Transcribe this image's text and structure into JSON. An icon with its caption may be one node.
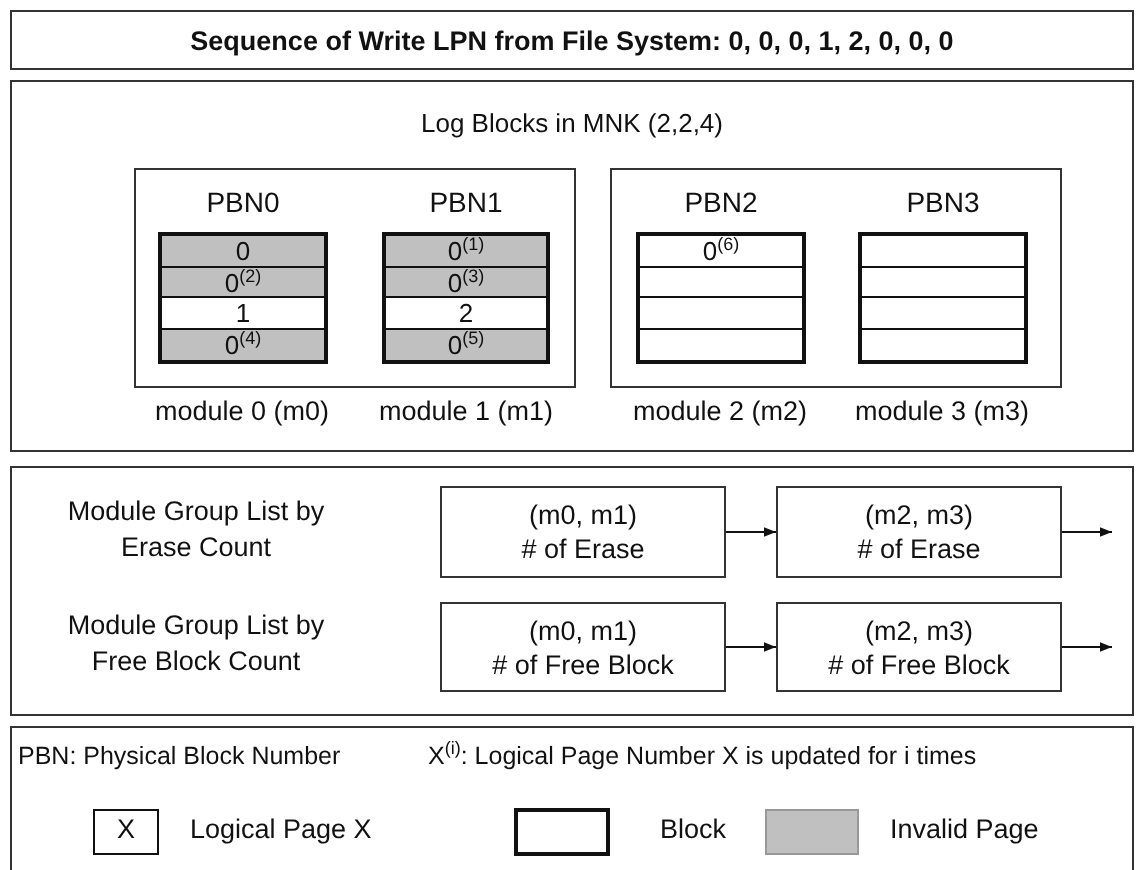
{
  "diagram": {
    "title": "Sequence of Write LPN from File System: 0, 0, 0, 1, 2, 0, 0, 0",
    "nodes": [
      {
        "text": [
          "Log Blocks in MNK (2,2,4)"
        ]
      },
      {
        "text": [],
        "shape": "box",
        "in": 0
      },
      {
        "text": [
          "PBN0"
        ],
        "in": 1
      },
      {
        "text": [
          "0"
        ],
        "in": 2
      },
      {
        "text": [
          "0$^{(2)}$"
        ],
        "in": 2
      },
      {
        "text": [
          "1"
        ],
        "in": 2
      },
      {
        "text": [
          "0$^{(4)}$"
        ],
        "in": 2
      },
      {
        "text": [
          "PBN1"
        ],
        "in": 1
      },
      {
        "text": [
          "0$^{(1)}$"
        ],
        "in": 7
      },
      {
        "text": [
          "0$^{(3)}$"
        ],
        "in": 7
      },
      {
        "text": [
          "2"
        ],
        "in": 7
      },
      {
        "text": [
          "0$^{(5)}$"
        ],
        "in": 7
      },
      {
        "text": [],
        "shape": "box",
        "in": 0
      },
      {
        "text": [
          "PBN2"
        ],
        "in": 12
      },
      {
        "text": [
          "0$^{(6)}$"
        ],
        "in": 13
      },
      {
        "text": [],
        "shape": "box",
        "in": 13
      },
      {
        "text": [],
        "shape": "box",
        "in": 13
      },
      {
        "text": [],
        "shape": "box",
        "in": 13
      },
      {
        "text": [
          "PBN3"
        ],
        "in": 12
      },
      {
        "text": [],
        "shape": "box",
        "in": 18
      },
      {
        "text": [],
        "shape": "box",
        "in": 18
      },
      {
        "text": [],
        "shape": "box",
        "in": 18
      },
      {
        "text": [],
        "shape": "box",
        "in": 18
      },
      {
        "text": [],
        "shape": "box"
      },
      {
        "text": [
          "(m0, m1)",
          "# of Erase"
        ],
        "in": 23
      },
      {
        "text": [
          "(m2, m3)",
          "# of Erase"
        ],
        "in": 23
      },
      {
        "text": [
          "(m0, m1)",
          "# of Free Block"
        ],
        "in": 23
      },
      {
        "text": [
          "(m2, m3)",
          "# of Free Block"
        ],
        "in": 23
      }
    ],
    "edges": [
      {
        "from": 24,
        "to": 25,
        "arrow": "to"
      },
      {
        "from": 25,
        "to": null,
        "arrow": "to"
      },
      {
        "from": 26,
        "to": 27,
        "arrow": "to"
      },
      {
        "from": 27,
        "to": null,
        "arrow": "to"
      }
    ],
    "labels": [
      "module 0 (m0)",
      "module 1 (m1)",
      "module 2 (m2)",
      "module 3 (m3)",
      "Module Group List by Erase Count",
      "Module Group List by Free Block Count",
      "PBN: Physical Block Number",
      "X$^{(i)}$: Logical Page Number X is updated for i times",
      "X"
    ],
    "legend": [
      {
        "text": "Logical Page X"
      },
      {
        "text": "Block"
      },
      {
        "text": "Invalid Page",
        "color": "#c0c0c0"
      }
    ]
  }
}
